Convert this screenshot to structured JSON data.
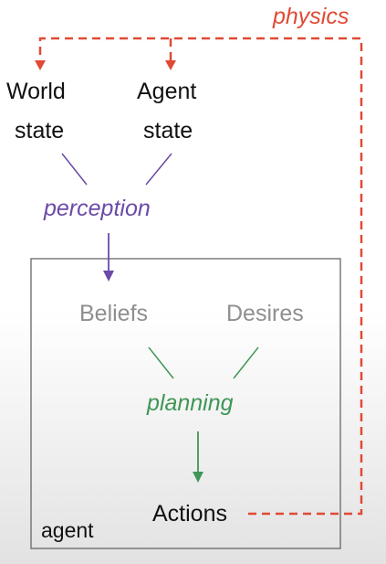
{
  "nodes": {
    "world_state_line1": "World",
    "world_state_line2": "state",
    "agent_state_line1": "Agent",
    "agent_state_line2": "state",
    "perception": "perception",
    "beliefs": "Beliefs",
    "desires": "Desires",
    "planning": "planning",
    "actions": "Actions",
    "agent_box_label": "agent",
    "physics": "physics"
  },
  "colors": {
    "physics": "#e04a35",
    "perception": "#6b4aa8",
    "planning": "#3f9656",
    "muted": "#8f8f8f",
    "text": "#111111",
    "box": "#666666"
  }
}
